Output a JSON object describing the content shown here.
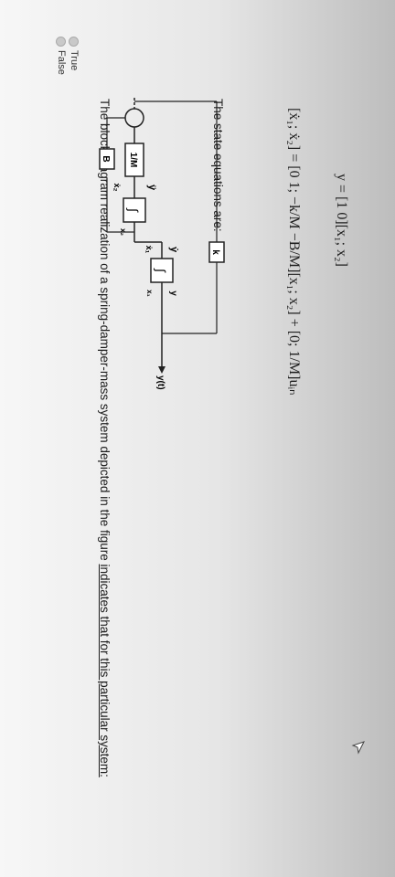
{
  "question": {
    "prefix": "The block diagram realization of a spring-damper-mass system depicted in the figure ",
    "underlined": "indicates that for this particular system:"
  },
  "diagram": {
    "gain_m": "1/M",
    "gain_b": "B",
    "gain_k": "k",
    "integrator": "∫",
    "y_ddot": "ÿ",
    "x2_dot": "ẋ₂",
    "x2": "x₂",
    "y_dot": "ẏ",
    "x1_dot": "ẋ₁",
    "y": "y",
    "x1": "x₁",
    "output": "y(t)"
  },
  "state_label": "The state equations are:",
  "equations": {
    "eq1": "[ẋ₁; ẋ₂] = [0 1; −k/M −B/M][x₁; x₂] + [0; 1/M]uᵢₙ",
    "eq2": "y = [1 0][x₁; x₂]"
  },
  "options": [
    "True",
    "False"
  ]
}
